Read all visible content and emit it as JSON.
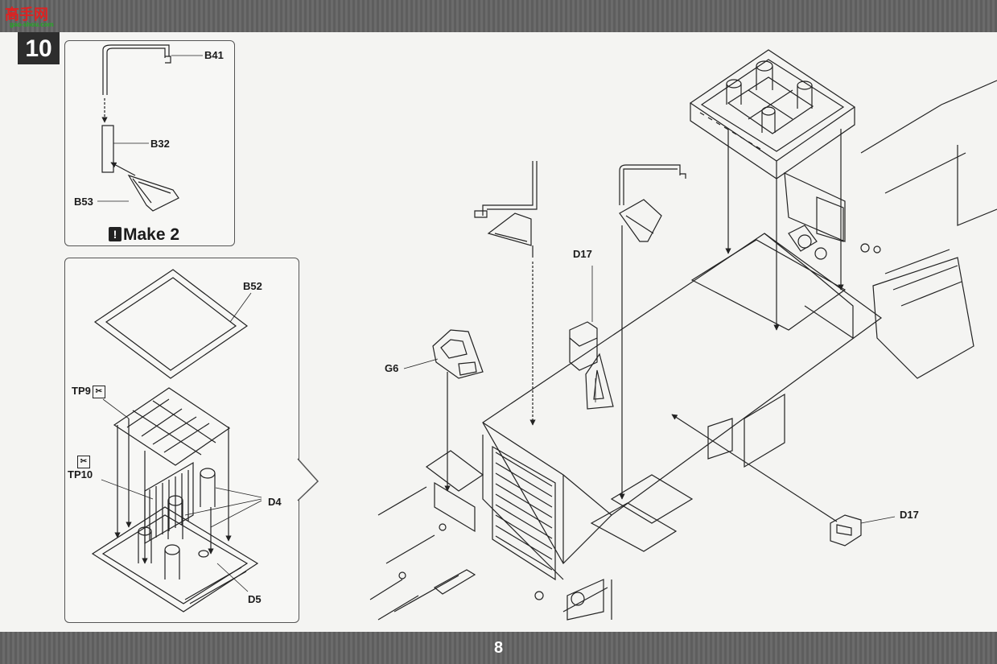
{
  "header": {
    "step_number": "10",
    "watermark": "高手网",
    "watermark_url": "gao-shou.com"
  },
  "footer": {
    "page_number": "8"
  },
  "panel_top": {
    "parts": {
      "b41": "B41",
      "b32": "B32",
      "b53": "B53"
    },
    "note": "Make 2",
    "note_icon": "exclamation-icon"
  },
  "panel_bottom": {
    "parts": {
      "b52": "B52",
      "tp9": "TP9",
      "tp10": "TP10",
      "d4": "D4",
      "d5": "D5"
    },
    "note_icon": "cut-icon"
  },
  "main": {
    "parts": {
      "d17_top": "D17",
      "g6": "G6",
      "d17_right": "D17"
    }
  },
  "colors": {
    "band": "#636363",
    "line": "#222222",
    "paper": "#f4f4f2"
  }
}
